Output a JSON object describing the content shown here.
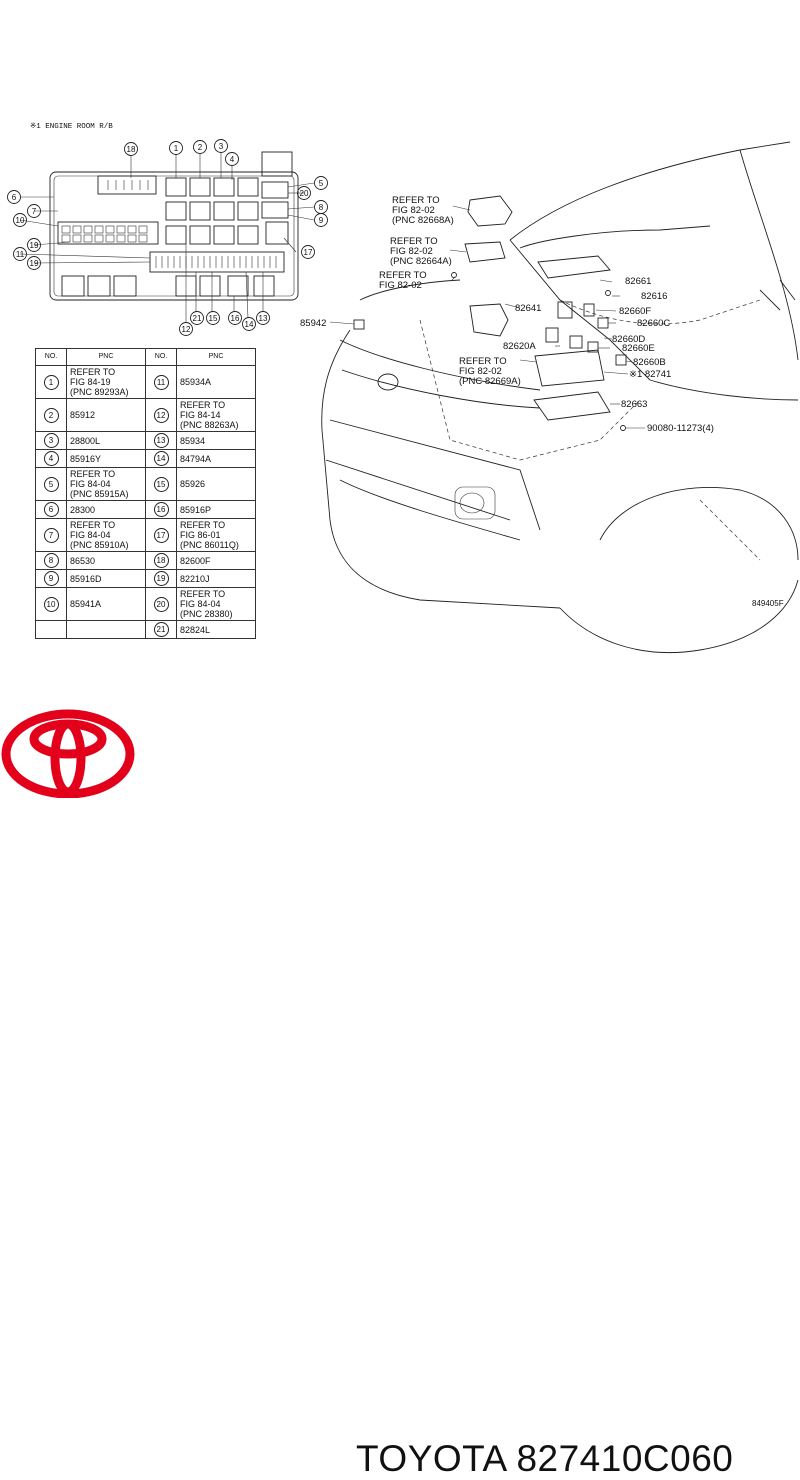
{
  "header": {
    "title": "※1 ENGINE ROOM R/B"
  },
  "fig_code": "849405F",
  "brand": {
    "text": "TOYOTA 827410C060",
    "color": "#e2001a"
  },
  "table": {
    "col_no": "NO.",
    "col_pnc": "PNC",
    "left": [
      {
        "n": "1",
        "pnc": "REFER TO\nFIG 84-19\n(PNC 89293A)"
      },
      {
        "n": "2",
        "pnc": "85912"
      },
      {
        "n": "3",
        "pnc": "28800L"
      },
      {
        "n": "4",
        "pnc": "85916Y"
      },
      {
        "n": "5",
        "pnc": "REFER TO\nFIG 84-04\n(PNC 85915A)"
      },
      {
        "n": "6",
        "pnc": "28300"
      },
      {
        "n": "7",
        "pnc": "REFER TO\nFIG 84-04\n(PNC 85910A)"
      },
      {
        "n": "8",
        "pnc": "86530"
      },
      {
        "n": "9",
        "pnc": "85916D"
      },
      {
        "n": "10",
        "pnc": "85941A"
      }
    ],
    "right": [
      {
        "n": "11",
        "pnc": "85934A"
      },
      {
        "n": "12",
        "pnc": "REFER TO\nFIG 84-14\n(PNC 88263A)"
      },
      {
        "n": "13",
        "pnc": "85934"
      },
      {
        "n": "14",
        "pnc": "84794A"
      },
      {
        "n": "15",
        "pnc": "85926"
      },
      {
        "n": "16",
        "pnc": "85916P"
      },
      {
        "n": "17",
        "pnc": "REFER TO\nFIG 86-01\n(PNC 86011Q)"
      },
      {
        "n": "18",
        "pnc": "82600F"
      },
      {
        "n": "19",
        "pnc": "82210J"
      },
      {
        "n": "20",
        "pnc": "REFER TO\nFIG 84-04\n(PNC 28380)"
      },
      {
        "n": "21",
        "pnc": "82824L"
      }
    ]
  },
  "callouts": {
    "c1": "1",
    "c2": "2",
    "c3": "3",
    "c4": "4",
    "c5": "5",
    "c6": "6",
    "c7": "7",
    "c8": "8",
    "c9": "9",
    "c10": "10",
    "c11": "11",
    "c12": "12",
    "c13": "13",
    "c14": "14",
    "c15": "15",
    "c16": "16",
    "c17": "17",
    "c18": "18",
    "c19": "19",
    "c19b": "19",
    "c20": "20",
    "c21": "21"
  },
  "refs": {
    "r1": [
      "REFER TO",
      "FIG 82-02",
      "(PNC 82668A)"
    ],
    "r2": [
      "REFER TO",
      "FIG 82-02",
      "(PNC 82664A)"
    ],
    "r3": [
      "REFER TO",
      "FIG 82-02"
    ],
    "r4": [
      "REFER TO",
      "FIG 82-02",
      "(PNC 82669A)"
    ]
  },
  "parts": {
    "p82661": "82661",
    "p82616": "82616",
    "p82641": "82641",
    "p82660F": "82660F",
    "p82660C": "82660C",
    "p82620A": "82620A",
    "p82660D": "82660D",
    "p82660E": "82660E",
    "p82660B": "82660B",
    "p82741": "※1 82741",
    "p82663": "82663",
    "p90080": "90080-11273(4)",
    "p85942": "85942"
  }
}
